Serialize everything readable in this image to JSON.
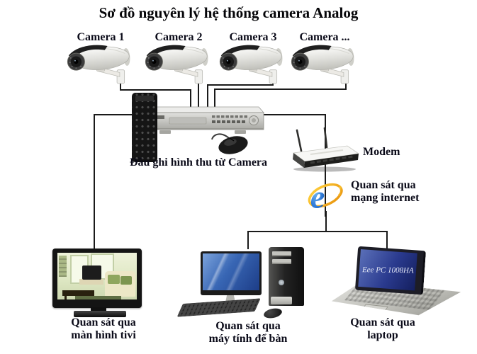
{
  "title": "Sơ đồ nguyên lý hệ thống camera Analog",
  "cameras": [
    {
      "label": "Camera 1"
    },
    {
      "label": "Camera 2"
    },
    {
      "label": "Camera 3"
    },
    {
      "label": "Camera ..."
    }
  ],
  "dvr": {
    "label": "Đầu ghi hình thu từ Camera"
  },
  "modem": {
    "label": "Modem"
  },
  "internet": {
    "line1": "Quan sát qua",
    "line2": "mạng internet"
  },
  "viewers": {
    "tv": {
      "line1": "Quan sát qua",
      "line2": "màn hình tivi"
    },
    "desktop": {
      "line1": "Quan sát qua",
      "line2": "máy tính để bàn"
    },
    "laptop": {
      "line1": "Quan sát qua",
      "line2": "laptop"
    }
  },
  "laptop_screen_text": "Eee PC 1008HA",
  "colors": {
    "background": "#ffffff",
    "wire": "#1a1a1a",
    "label_text": "#0a0a18",
    "title_text": "#050508",
    "ie_blue": "#2f7ad8",
    "ie_gold": "#f2b01e",
    "monitor_screen_blue": "#3866b4",
    "laptop_screen_blue": "#2a3a8e"
  }
}
